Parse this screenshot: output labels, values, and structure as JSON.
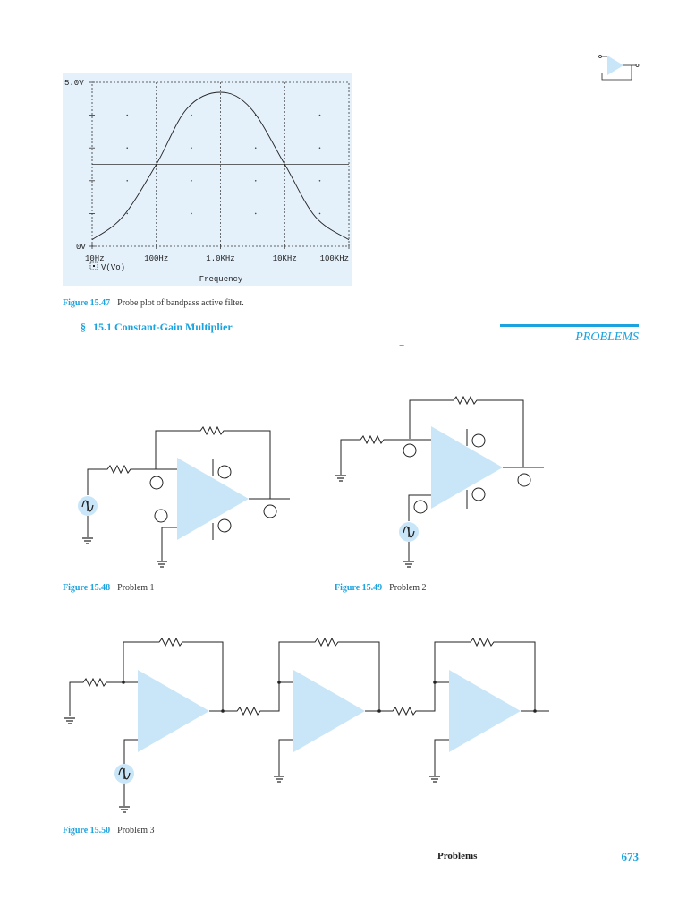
{
  "figures": {
    "fig47": {
      "label": "Figure 15.47",
      "caption": "Probe plot of bandpass active filter.",
      "plot": {
        "y_top_label": "5.0V",
        "y_bottom_label": "0V",
        "x_ticks": [
          "10Hz",
          "100Hz",
          "1.0KHz",
          "10KHz",
          "100KHz"
        ],
        "legend": "V(Vo)",
        "xlabel": "Frequency"
      }
    },
    "fig48": {
      "label": "Figure 15.48",
      "caption": "Problem 1"
    },
    "fig49": {
      "label": "Figure 15.49",
      "caption": "Problem 2"
    },
    "fig50": {
      "label": "Figure 15.50",
      "caption": "Problem 3"
    }
  },
  "section": {
    "symbol": "§",
    "heading": "15.1  Constant-Gain Multiplier"
  },
  "problems_title": "PROBLEMS",
  "equals_mark": "=",
  "footer": {
    "title": "Problems",
    "page_number": "673"
  },
  "colors": {
    "accent": "#1aa3df",
    "opamp_fill": "#c9e6f9",
    "plot_bg": "#e4f1fb",
    "line": "#222222"
  },
  "chart_data": {
    "type": "line",
    "x": [
      10,
      30,
      100,
      300,
      1000,
      3000,
      10000,
      30000,
      100000
    ],
    "series": [
      {
        "name": "V(Vo)",
        "values": [
          0.2,
          0.9,
          2.5,
          4.2,
          4.7,
          4.2,
          2.5,
          0.9,
          0.2
        ]
      }
    ],
    "xlabel": "Frequency",
    "xscale": "log",
    "xlim": [
      10,
      100000
    ],
    "ylim": [
      0,
      5
    ],
    "grid": true
  }
}
